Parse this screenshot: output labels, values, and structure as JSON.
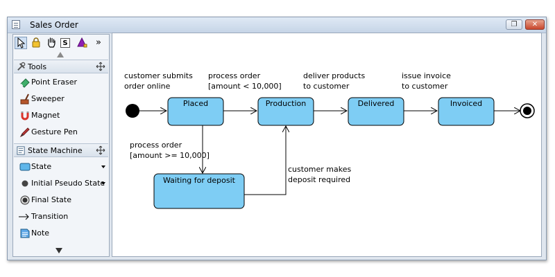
{
  "window": {
    "title": "Sales Order",
    "restore_glyph": "❐",
    "close_glyph": "✕"
  },
  "toolbar": {
    "tools": [
      {
        "name": "select-tool-icon"
      },
      {
        "name": "lock-icon"
      },
      {
        "name": "hand-pan-icon"
      },
      {
        "name": "sticky-s-icon",
        "glyph": "S"
      },
      {
        "name": "shape-icon"
      },
      {
        "name": "more-chevron-icon",
        "glyph": "»"
      }
    ]
  },
  "palette": {
    "sections": [
      {
        "label": "Tools",
        "items": [
          {
            "label": "Point Eraser",
            "icon": "eraser-icon"
          },
          {
            "label": "Sweeper",
            "icon": "sweeper-icon"
          },
          {
            "label": "Magnet",
            "icon": "magnet-icon"
          },
          {
            "label": "Gesture Pen",
            "icon": "pen-icon"
          }
        ]
      },
      {
        "label": "State Machine",
        "items": [
          {
            "label": "State",
            "icon": "state-icon",
            "dropdown": true
          },
          {
            "label": "Initial Pseudo State",
            "icon": "initial-state-icon",
            "dropdown": true
          },
          {
            "label": "Final State",
            "icon": "final-state-icon"
          },
          {
            "label": "Transition",
            "icon": "transition-arrow-icon"
          },
          {
            "label": "Note",
            "icon": "note-icon"
          }
        ]
      }
    ]
  },
  "diagram": {
    "colors": {
      "state_fill": "#7ecdf4",
      "state_border": "#000000"
    },
    "states": [
      {
        "id": "placed",
        "label": "Placed"
      },
      {
        "id": "production",
        "label": "Production"
      },
      {
        "id": "delivered",
        "label": "Delivered"
      },
      {
        "id": "invoiced",
        "label": "Invoiced"
      },
      {
        "id": "waiting",
        "label": "Waiting for deposit"
      }
    ],
    "transitions": [
      {
        "id": "initial-to-placed",
        "lines": [
          "customer submits",
          "order online"
        ]
      },
      {
        "id": "placed-to-production",
        "lines": [
          "process order",
          "[amount < 10,000]"
        ]
      },
      {
        "id": "production-to-delivered",
        "lines": [
          "deliver products",
          "to customer"
        ]
      },
      {
        "id": "delivered-to-invoiced",
        "lines": [
          "issue invoice",
          "to customer"
        ]
      },
      {
        "id": "placed-to-waiting",
        "lines": [
          "process order",
          "[amount >= 10,000]"
        ]
      },
      {
        "id": "waiting-to-production",
        "lines": [
          "customer makes",
          "deposit required"
        ]
      },
      {
        "id": "invoiced-to-final",
        "lines": []
      }
    ]
  }
}
